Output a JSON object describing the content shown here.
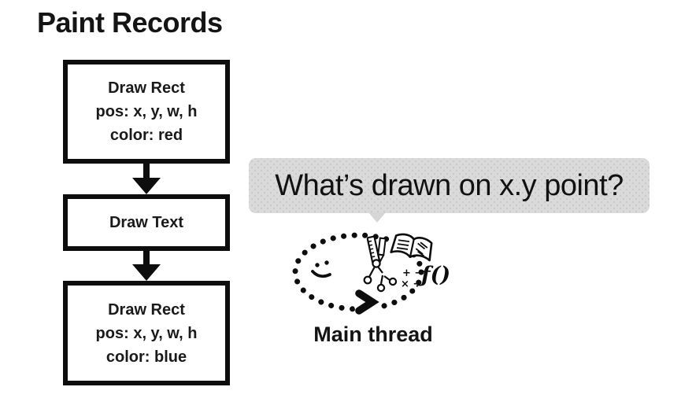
{
  "title": "Paint Records",
  "flowchart": {
    "boxes": [
      {
        "name": "draw-rect-red",
        "lines": [
          "Draw Rect",
          "pos: x, y, w, h",
          "color: red"
        ]
      },
      {
        "name": "draw-text",
        "lines": [
          "Draw Text"
        ]
      },
      {
        "name": "draw-rect-blue",
        "lines": [
          "Draw Rect",
          "pos: x, y, w, h",
          "color: blue"
        ]
      }
    ]
  },
  "speech_bubble": {
    "text": "What’s drawn on x.y point?",
    "background": "#dadada"
  },
  "main_thread": {
    "label": "Main thread",
    "math_line1": "+ −",
    "math_line2": "× ÷",
    "function_text": "ƒ()",
    "icons": [
      "dotted-loop",
      "smiley-face",
      "chevron-arrow",
      "ruler",
      "pencil",
      "open-book",
      "tree-diagram",
      "math-symbols",
      "function-notation"
    ]
  },
  "colors": {
    "background": "#ffffff",
    "ink": "#0d0d0d",
    "bubble_background": "#dadada",
    "bubble_dot": "#c9c9c9"
  }
}
